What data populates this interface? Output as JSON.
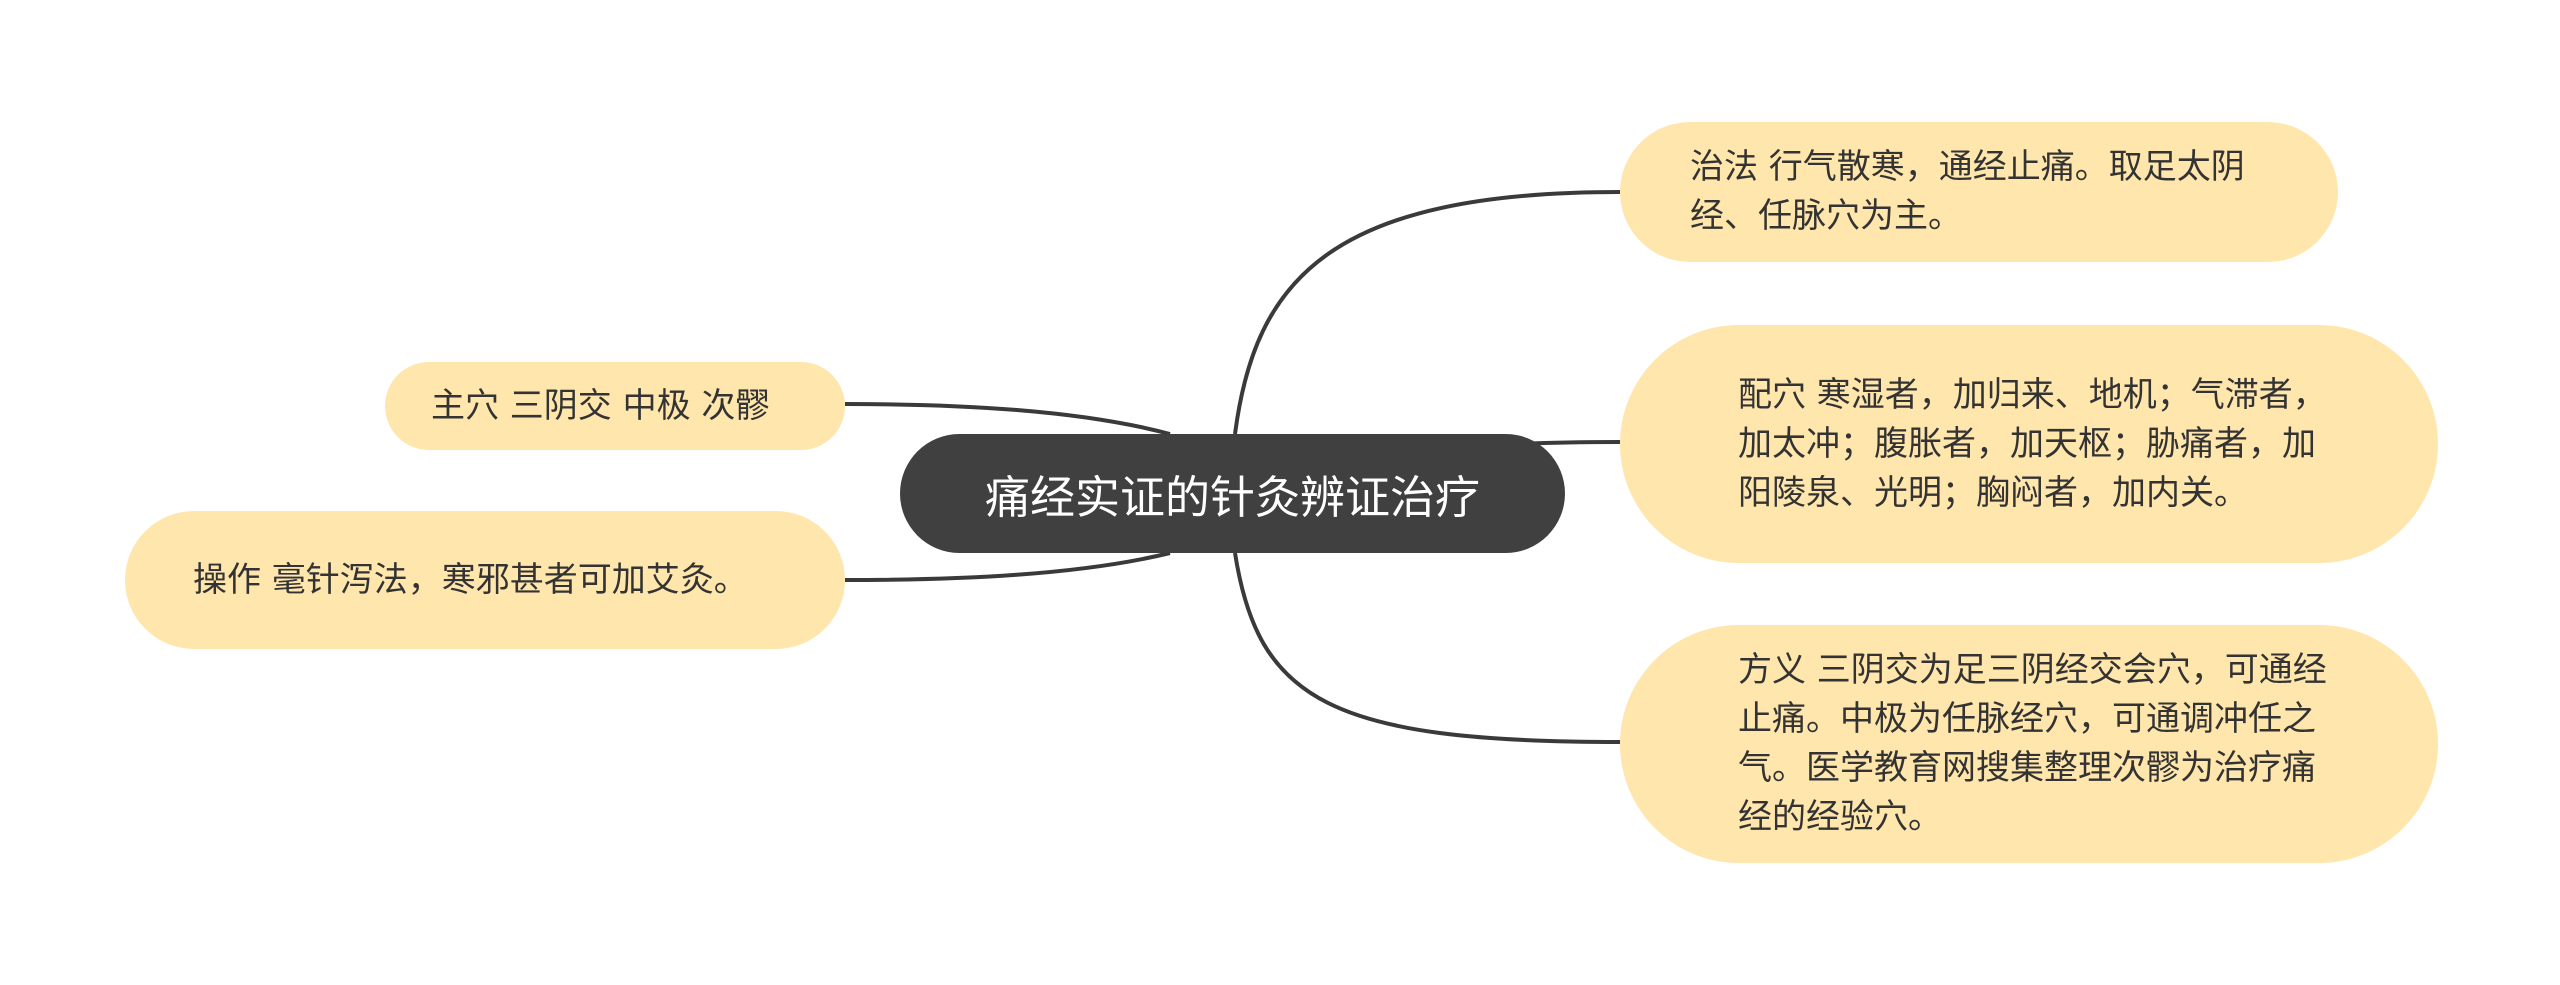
{
  "mindmap": {
    "center": {
      "label": "痛经实证的针灸辨证治疗"
    },
    "right_branches": [
      {
        "key": "治法",
        "text": "治法 行气散寒，通经止痛。取足太阴经、任脉穴为主。"
      },
      {
        "key": "配穴",
        "text": "配穴 寒湿者，加归来、地机；气滞者，加太冲；腹胀者，加天枢；胁痛者，加阳陵泉、光明；胸闷者，加内关。"
      },
      {
        "key": "方义",
        "text": "方义 三阴交为足三阴经交会穴，可通经止痛。中极为任脉经穴，可通调冲任之气。医学教育网搜集整理次髎为治疗痛经的经验穴。"
      }
    ],
    "left_branches": [
      {
        "key": "主穴",
        "text": "主穴 三阴交 中极 次髎"
      },
      {
        "key": "操作",
        "text": "操作 毫针泻法，寒邪甚者可加艾灸。"
      }
    ],
    "colors": {
      "center_bg": "#404040",
      "center_text": "#ffffff",
      "branch_bg": "#ffe6ad",
      "branch_text": "#333333",
      "link": "#3a3a3a"
    }
  }
}
